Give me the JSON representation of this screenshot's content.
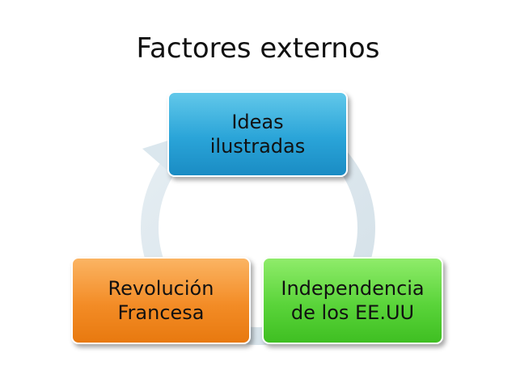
{
  "slide": {
    "title": "Factores externos"
  },
  "diagram": {
    "nodes": [
      {
        "id": "ideas",
        "label": "Ideas\nilustradas",
        "color": "#2aa4d8"
      },
      {
        "id": "independencia",
        "label": "Independencia\nde los EE.UU",
        "color": "#5ad43a"
      },
      {
        "id": "revolucion",
        "label": "Revolución\nFrancesa",
        "color": "#f38c26"
      }
    ],
    "arrow_color": "#dbe7ee"
  }
}
